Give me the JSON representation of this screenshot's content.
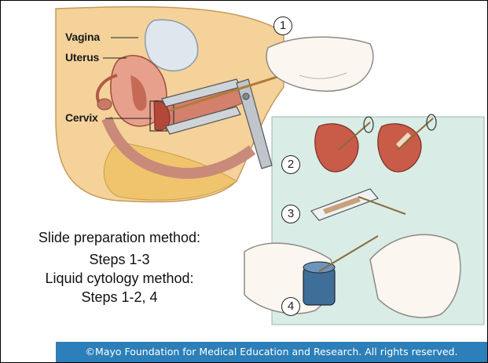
{
  "labels": {
    "vagina": "Vagina",
    "uterus": "Uterus",
    "cervix": "Cervix"
  },
  "steps": [
    "1",
    "2",
    "3",
    "4"
  ],
  "methods": {
    "slide_title": "Slide preparation method:",
    "slide_steps": "Steps 1-3",
    "liquid_title": "Liquid cytology method:",
    "liquid_steps": "Steps 1-2, 4"
  },
  "footer": {
    "copyright": "©Mayo Foundation for Medical Education and Research.  All rights reserved."
  },
  "colors": {
    "panel": "#d9ece6",
    "tissue": "#e7a08c",
    "cervix": "#b2473a",
    "fat": "#f2cf86",
    "footer": "#2c7fb8"
  }
}
